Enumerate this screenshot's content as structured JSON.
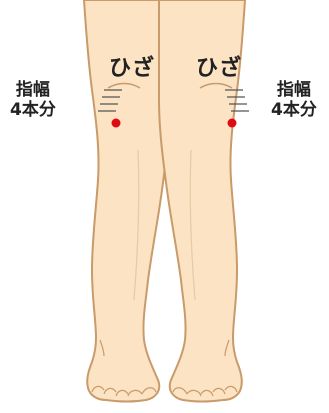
{
  "labels": {
    "knee_left": "ひざ",
    "knee_right": "ひざ",
    "width_left_line1": "指幅",
    "width_left_line2": "4本分",
    "width_right_line1": "指幅",
    "width_right_line2": "4本分"
  },
  "colors": {
    "skin": "#fbe3c4",
    "outline": "#c99a6a",
    "point": "#e00a12",
    "guide_lines": "#555555"
  },
  "acupoint_count": 2,
  "finger_width_lines_per_leg": 4
}
